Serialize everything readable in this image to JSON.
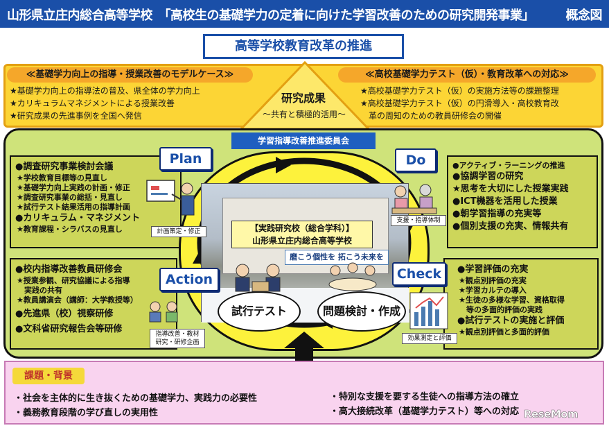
{
  "title": {
    "left": "山形県立庄内総合高等学校　「高校生の基礎学力の定着に向けた学習改善のための研究開発事業」",
    "right": "概念図"
  },
  "reform": "高等学校教育改革の推進",
  "top": {
    "left_heading": "≪基礎学力向上の指導・授業改善のモデルケース≫",
    "left_items": [
      "★基礎学力向上の指導法の普及、県全体の学力向上",
      "★カリキュラムマネジメントによる授業改善",
      "★研究成果の先進事例を全国へ発信"
    ],
    "center_title": "研究成果",
    "center_subtitle": "～共有と積極的活用～",
    "right_heading": "≪高校基礎学力テスト（仮）・教育改革への対応≫",
    "right_items": [
      "★高校基礎学力テスト（仮）の実施方法等の課題整理",
      "★高校基礎学力テスト（仮）の円滑導入・高校教育改",
      "　革の周知のための教員研修会の開催"
    ]
  },
  "committee": "学習指導改善推進委員会",
  "phases": {
    "plan": "Plan",
    "do": "Do",
    "check": "Check",
    "action": "Action"
  },
  "plan_box": {
    "heading": "●調査研究事業検討会議",
    "items": [
      "★学校教育目標等の見直し",
      "★基礎学力向上実践の計画・修正",
      "★調査研究事業の総括・見直し",
      "★試行テスト結果活用の指導計画"
    ],
    "heading2": "●カリキュラム・マネジメント",
    "items2": [
      "★教育課程・シラバスの見直し"
    ],
    "caption": "計画策定・修正"
  },
  "do_box": {
    "items": [
      "●アクティブ・ラーニングの推進",
      "●協調学習の研究",
      "★思考を大切にした授業実践",
      "●ICT機器を活用した授業",
      "●朝学習指導の充実等",
      "●個別支援の充実、情報共有"
    ],
    "caption": "支援・指導体制"
  },
  "action_box": {
    "heading": "●校内指導改善教員研修会",
    "items": [
      "★授業参観、研究協議による指導",
      "　実践の共有",
      "★教員講演会（講師：大学教授等）"
    ],
    "heading2": "●先進県（校）視察研修",
    "heading3": "●文科省研究報告会等研修",
    "caption_line1": "指導改善・教材",
    "caption_line2": "研究・研修企画"
  },
  "check_box": {
    "heading": "●学習評価の充実",
    "items": [
      "★観点別評価の充実",
      "★学習カルテの導入",
      "★生徒の多様な学習、資格取得",
      "　等の多面的評価の実践"
    ],
    "heading2": "●試行テストの実施と評価",
    "items2": [
      "★観点別評価と多面的評価"
    ],
    "caption": "効果測定と評価"
  },
  "school": {
    "line1": "【実践研究校（総合学科）】",
    "line2": "山形県立庄内総合高等学校"
  },
  "photo_banner": "磨こう個性を 拓こう未来を",
  "ovals": {
    "left": "試行テスト",
    "right": "問題検討・作成"
  },
  "issues": {
    "tag": "課題・背景",
    "left": [
      "・社会を主体的に生き抜くための基礎学力、実践力の必要性",
      "・義務教育段階の学び直しの実用性"
    ],
    "right": [
      "・特別な支援を要する生徒への指導方法の確立",
      "・高大接続改革（基礎学力テスト）等への対応"
    ]
  },
  "logo": "ReseMom",
  "colors": {
    "title_bg": "#1a4fa8",
    "top_panel": "#fcd535",
    "cycle_panel": "#cfe37a",
    "center": "#fdf23c",
    "issues_panel": "#f9d3ef"
  }
}
